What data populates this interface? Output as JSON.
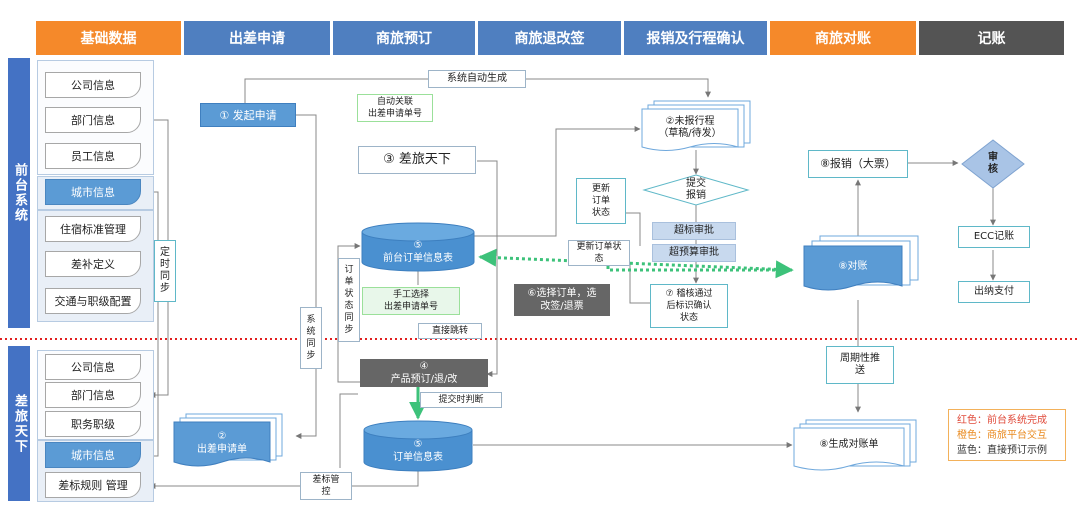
{
  "headers": [
    "基础数据",
    "出差申请",
    "商旅预订",
    "商旅退改签",
    "报销及行程确认",
    "商旅对账",
    "记账"
  ],
  "side": {
    "front": "前台系统",
    "travel": "差旅天下"
  },
  "front_docs": [
    "公司信息",
    "部门信息",
    "员工信息",
    "城市信息",
    "住宿标准管理",
    "差补定义",
    "交通与职级配置"
  ],
  "travel_docs": [
    "公司信息",
    "部门信息",
    "职务职级",
    "城市信息",
    "差标规则 管理"
  ],
  "labels": {
    "auto_gen": "系统自动生成",
    "start_apply": "① 发起申请",
    "auto_link": "自动关联\n出差申请单号",
    "ctrip": "③ 差旅天下",
    "front_order_table": "⑤\n前台订单信息表",
    "timed_sync": "定\n时\n同\n步",
    "order_status_sync": "订\n单\n状\n态\n同\n步",
    "system_sync": "系\n统\n同\n步",
    "manual_select": "手工选择\n出差申请单号",
    "direct_transfer": "直接跳转",
    "product_booking": "④\n产品预订/退/改",
    "submit_judge": "提交时判断",
    "order_info_table": "⑤\n订单信息表",
    "apply_form": "②\n出差申请单",
    "standard_control": "差标管\n控",
    "update_order_status": "更新\n订单\n状态",
    "update_order_status2": "更新订单状\n态",
    "select_order": "⑥选择订单，选\n改签/退票",
    "unreported_trip": "②未报行程\n（草稿/待发）",
    "submit_reimburse": "提交\n报销",
    "over_standard": "超标审批",
    "over_budget": "超预算审批",
    "verify_pass": "⑦ 稽核通过\n后标识确认\n状态",
    "reimburse_big": "⑧报销（大票）",
    "reconcile": "⑧对账",
    "periodic_push": "周期性推\n送",
    "gen_statement": "⑧生成对账单",
    "audit": "审\n核",
    "ecc": "ECC记账",
    "cashier": "出纳支付"
  },
  "legend": [
    "红色：前台系统完成",
    "橙色：商旅平台交互",
    "蓝色：直接预订示例"
  ]
}
